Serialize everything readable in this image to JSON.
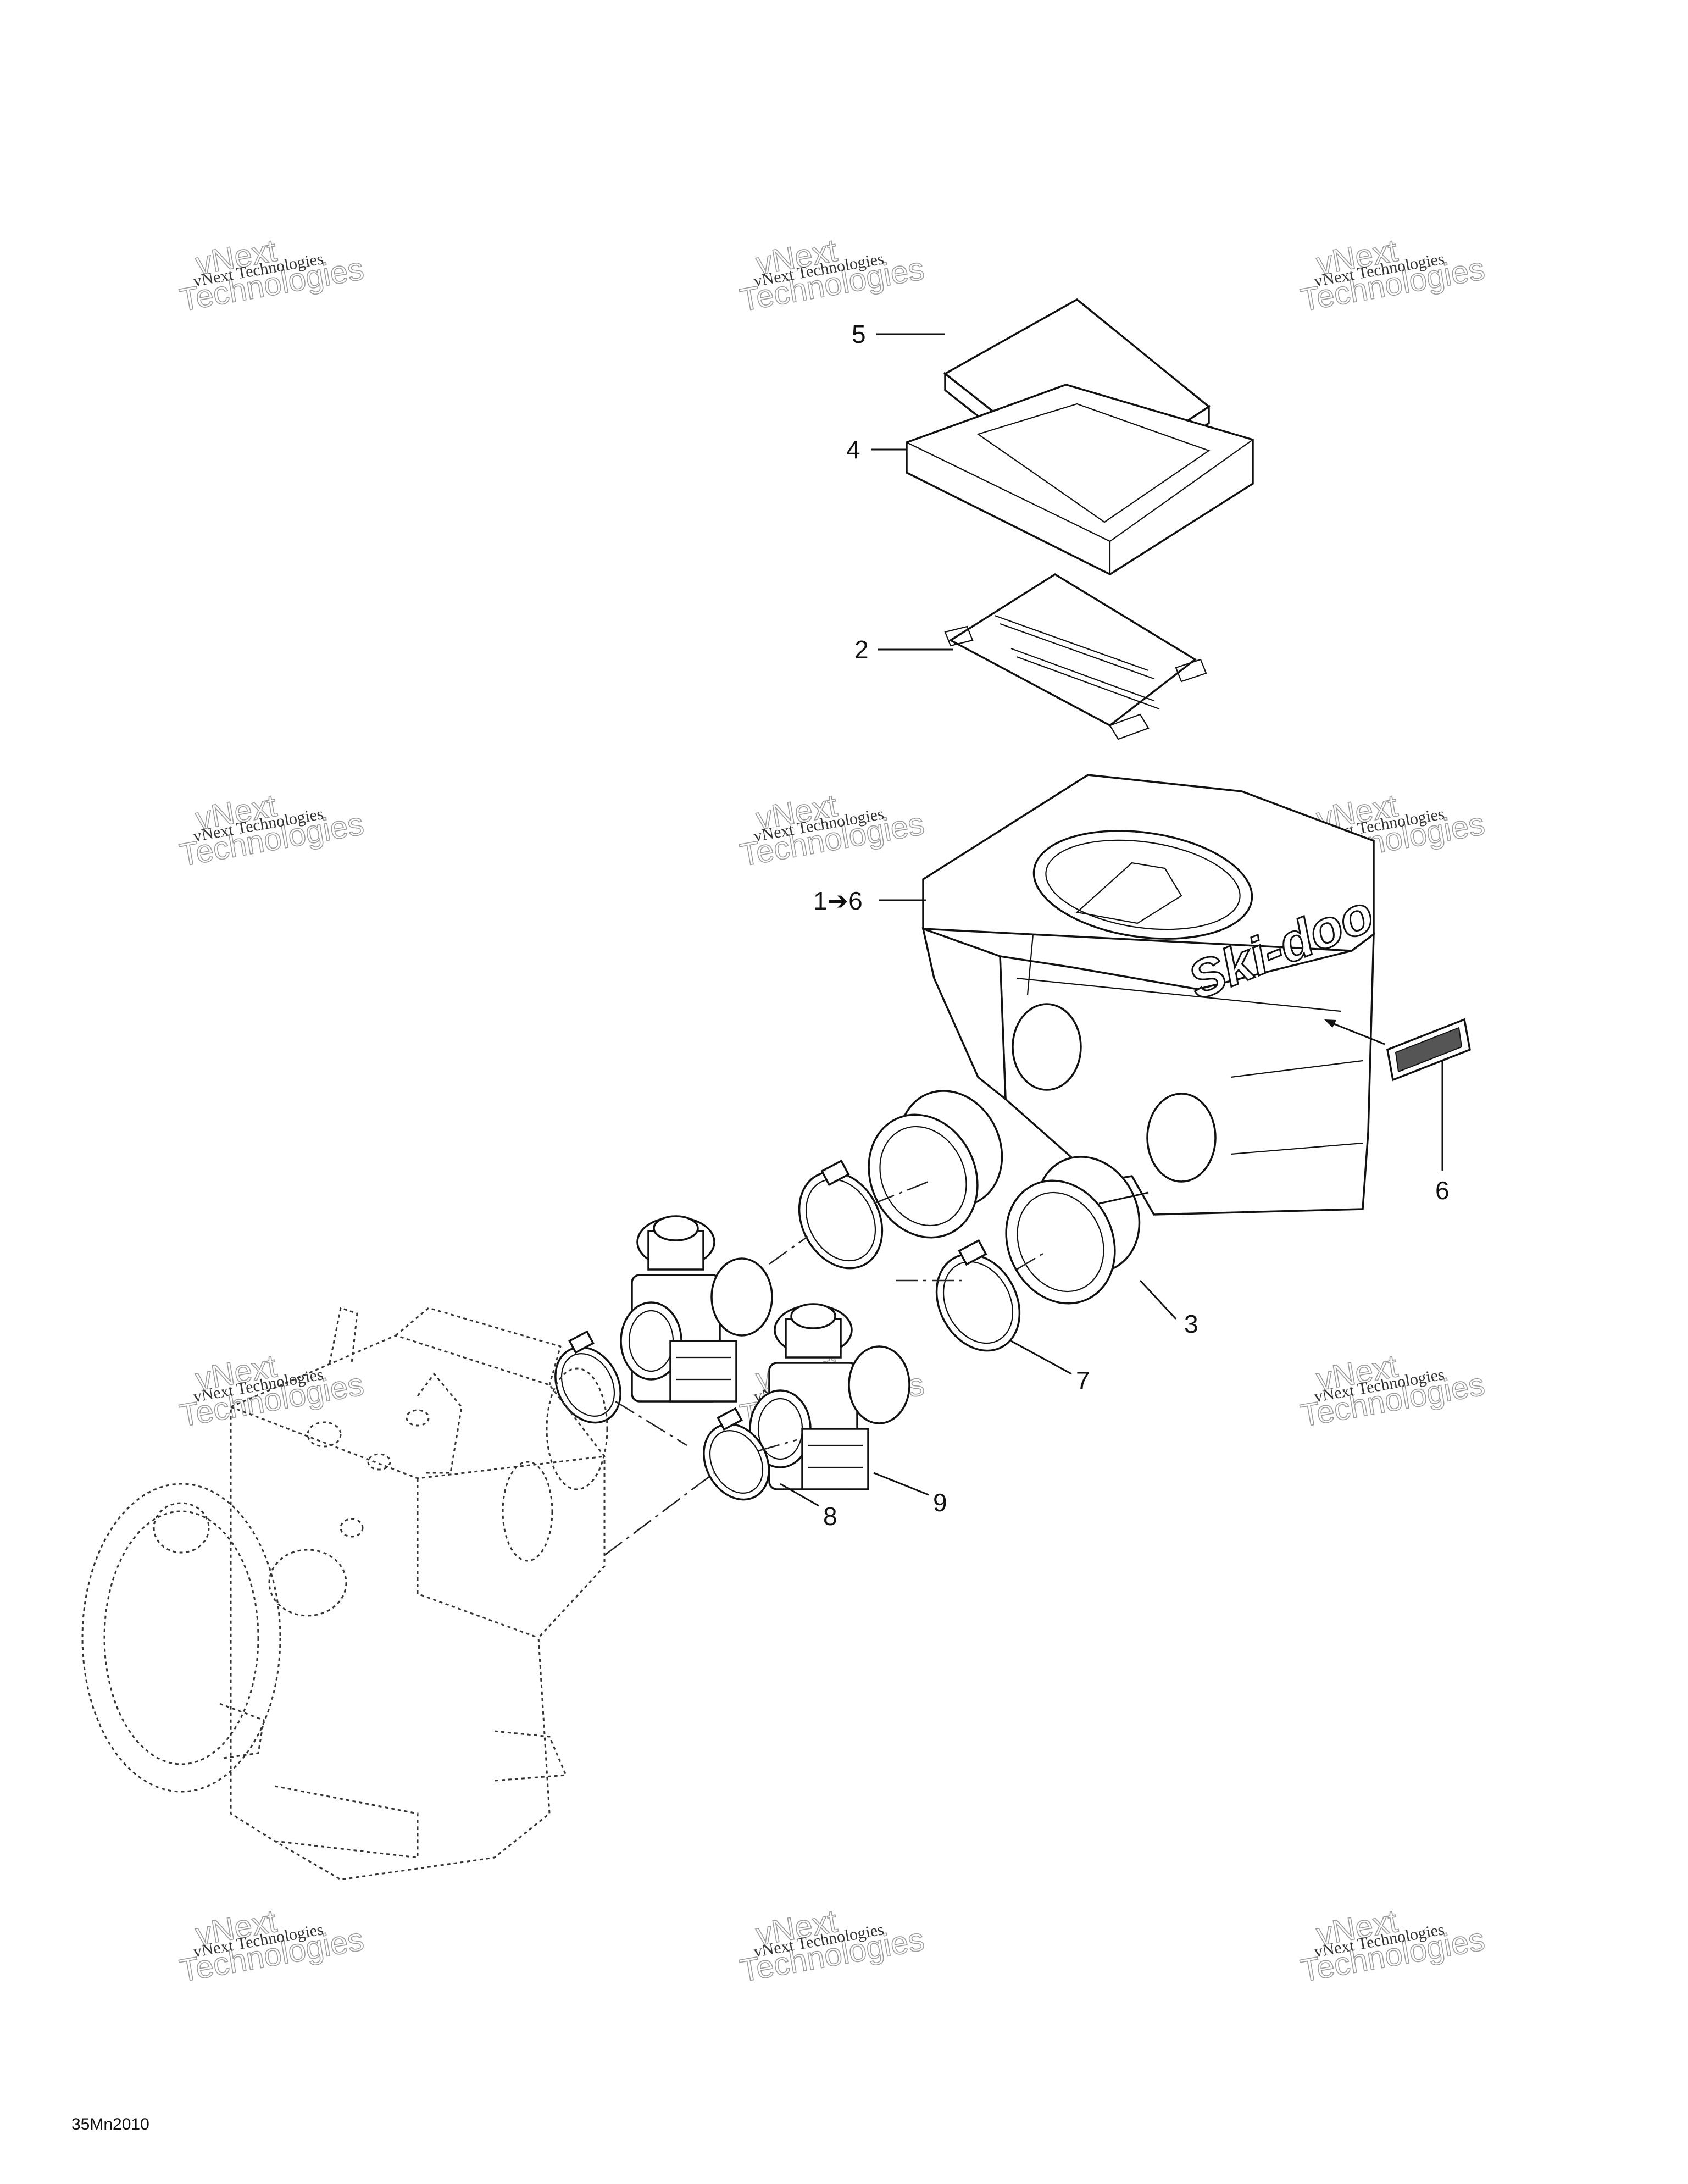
{
  "callouts": {
    "c5": "5",
    "c4": "4",
    "c2": "2",
    "c1_6": "1➔6",
    "c6": "6",
    "c3": "3",
    "c7": "7",
    "c8": "8",
    "c9": "9"
  },
  "brand_logo": "Ski-doo",
  "watermark": {
    "line_small": "vNext Technologies",
    "line_top": "vNext",
    "line_big": "Technologies"
  },
  "reference_code": "35Mn2010"
}
